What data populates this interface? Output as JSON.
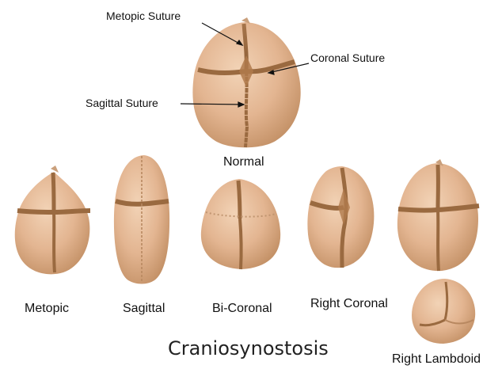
{
  "title": "Craniosynostosis",
  "normal": {
    "label": "Normal",
    "callouts": {
      "metopic": "Metopic Suture",
      "coronal": "Coronal Suture",
      "sagittal": "Sagittal Suture"
    }
  },
  "variants": [
    {
      "id": "metopic",
      "label": "Metopic"
    },
    {
      "id": "sagittal",
      "label": "Sagittal"
    },
    {
      "id": "bicoronal",
      "label": "Bi-Coronal"
    },
    {
      "id": "right-coronal",
      "label": "Right Coronal"
    },
    {
      "id": "right-lambdoid",
      "label": "Right Lambdoid"
    }
  ],
  "colors": {
    "skull_light": "#ecc7a6",
    "skull_mid": "#d9a87f",
    "skull_dark": "#b98558",
    "suture": "#9a6a40",
    "text": "#111111"
  }
}
